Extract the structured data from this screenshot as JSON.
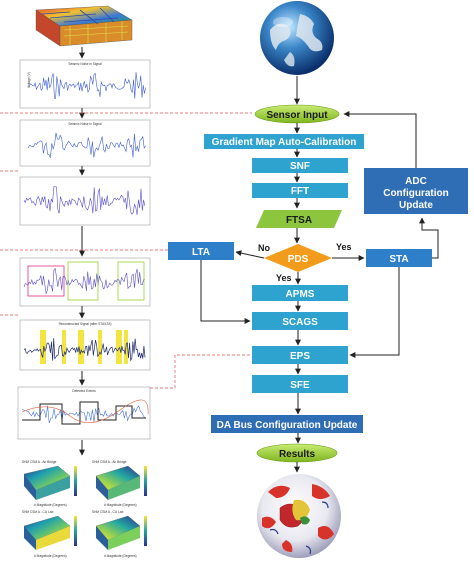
{
  "flowchart": {
    "sensor_input": "Sensor Input",
    "gradient_map": "Gradient Map Auto-Calibration",
    "snf": "SNF",
    "fft": "FFT",
    "ftsa": "FTSA",
    "pds": "PDS",
    "lta": "LTA",
    "sta": "STA",
    "apms": "APMS",
    "scags": "SCAGS",
    "eps": "EPS",
    "sfe": "SFE",
    "da_bus": "DA Bus Configuration Update",
    "results": "Results",
    "adc_line1": "ADC",
    "adc_line2": "Configuration",
    "adc_line3": "Update",
    "no_label": "No",
    "yes_right_label": "Yes",
    "yes_down_label": "Yes"
  },
  "left_panel": {
    "plot1_title": "Seismic Noise in Signal",
    "plot2_title": "Seismic Noise in Signal",
    "plot5_title": "Reconstructed Signal (after STA/LTA)",
    "plot6_title": "Detected Events",
    "ylabel": "Voltage (V)",
    "map1_title": "SHM CSM A - Air Bridge",
    "map2_title": "SHM CSM A - Air Bridge",
    "map3_title": "SHM CSM A - CU Lab",
    "map4_title": "SHM CSM A - CU Lab",
    "map_caption1": "# Magnitude (Degrees)",
    "map_caption2": "# Magnitude (Degrees)",
    "map_caption3": "# Magnitude (Degrees)",
    "map_caption4": "# Magnitude (Degrees)"
  },
  "colors": {
    "process_box": "#2ea3cf",
    "process_text": "#ffffff",
    "oval_fill": "#9bd03a",
    "diamond_fill": "#f39c1c",
    "ftsa_fill": "#8cc63f",
    "side_box": "#2e7fc9",
    "adc_box": "#2f6db5",
    "dashed_connector": "#e05050",
    "arrow": "#222222"
  }
}
